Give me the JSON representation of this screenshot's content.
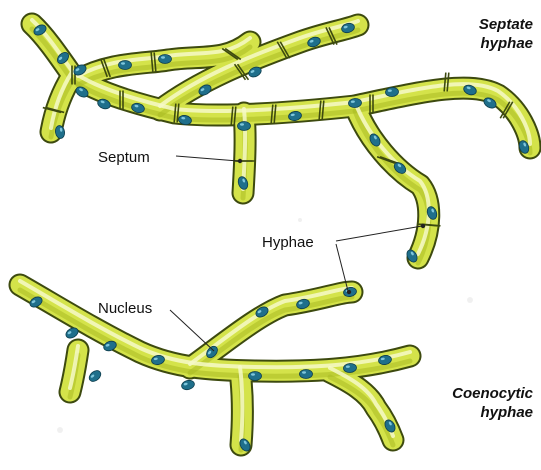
{
  "titles": {
    "septate": [
      "Septate",
      "hyphae"
    ],
    "coenocytic": [
      "Coenocytic",
      "hyphae"
    ]
  },
  "labels": {
    "septum": "Septum",
    "hyphae": "Hyphae",
    "nucleus": "Nucleus"
  },
  "colors": {
    "hypha_fill": "#d4e34a",
    "hypha_shade": "#a9bb22",
    "hypha_outline": "#3d4a0f",
    "nucleus": "#1f6f8b",
    "nucleus_highlight": "#7fc6dc"
  }
}
